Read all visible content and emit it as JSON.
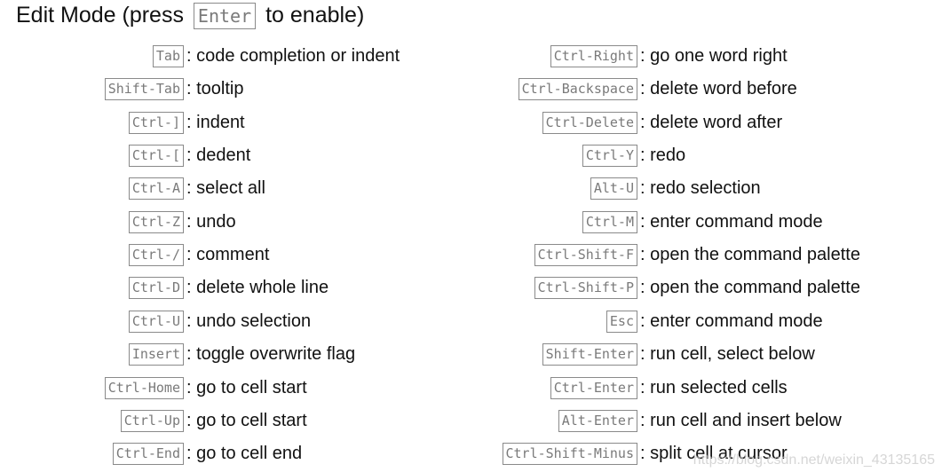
{
  "header": {
    "title_before": "Edit Mode (press",
    "title_key": "Enter",
    "title_after": "to enable)"
  },
  "left_shortcuts": [
    {
      "key": "Tab",
      "desc": "code completion or indent"
    },
    {
      "key": "Shift-Tab",
      "desc": "tooltip"
    },
    {
      "key": "Ctrl-]",
      "desc": "indent"
    },
    {
      "key": "Ctrl-[",
      "desc": "dedent"
    },
    {
      "key": "Ctrl-A",
      "desc": "select all"
    },
    {
      "key": "Ctrl-Z",
      "desc": "undo"
    },
    {
      "key": "Ctrl-/",
      "desc": "comment"
    },
    {
      "key": "Ctrl-D",
      "desc": "delete whole line"
    },
    {
      "key": "Ctrl-U",
      "desc": "undo selection"
    },
    {
      "key": "Insert",
      "desc": "toggle overwrite flag"
    },
    {
      "key": "Ctrl-Home",
      "desc": "go to cell start"
    },
    {
      "key": "Ctrl-Up",
      "desc": "go to cell start"
    },
    {
      "key": "Ctrl-End",
      "desc": "go to cell end"
    }
  ],
  "right_shortcuts": [
    {
      "key": "Ctrl-Right",
      "desc": "go one word right"
    },
    {
      "key": "Ctrl-Backspace",
      "desc": "delete word before"
    },
    {
      "key": "Ctrl-Delete",
      "desc": "delete word after"
    },
    {
      "key": "Ctrl-Y",
      "desc": "redo"
    },
    {
      "key": "Alt-U",
      "desc": "redo selection"
    },
    {
      "key": "Ctrl-M",
      "desc": "enter command mode"
    },
    {
      "key": "Ctrl-Shift-F",
      "desc": "open the command palette"
    },
    {
      "key": "Ctrl-Shift-P",
      "desc": "open the command palette"
    },
    {
      "key": "Esc",
      "desc": "enter command mode"
    },
    {
      "key": "Shift-Enter",
      "desc": "run cell, select below"
    },
    {
      "key": "Ctrl-Enter",
      "desc": "run selected cells"
    },
    {
      "key": "Alt-Enter",
      "desc": "run cell and insert below"
    },
    {
      "key": "Ctrl-Shift-Minus",
      "desc": "split cell at cursor"
    }
  ],
  "separator": ":",
  "watermark": "https://blog.csdn.net/weixin_43135165"
}
